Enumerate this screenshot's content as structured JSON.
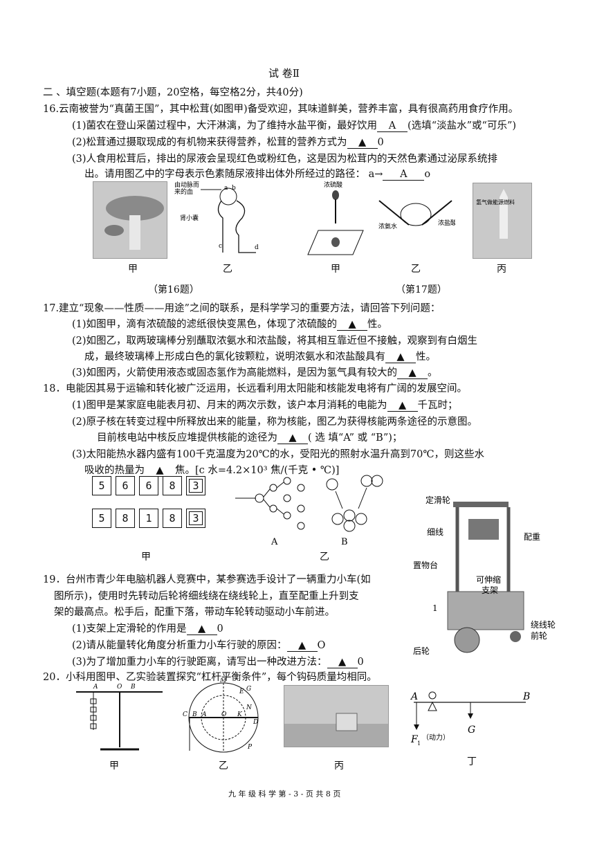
{
  "header": {
    "title": "试 卷Ⅱ"
  },
  "section2": {
    "title": "二 、填空题(本题有7小题，20空格，每空格2分，共40分)"
  },
  "q16": {
    "stem": "16.云南被誉为“真菌王国”，其中松茸(如图甲)备受欢迎，其味道鲜美，营养丰富，具有很高药用食疗作用。",
    "p1a": "(1)菌农在登山采菌过程中，大汗淋漓，为了维持水盐平衡，最好饮用",
    "p1ans": "A",
    "p1b": "(选填“淡盐水”或“可乐”)",
    "p2a": "(2)松茸通过摄取现成的有机物来获得营养，松茸的营养方式为",
    "p2ans": "▲",
    "p2b": "0",
    "p3a": "(3)人食用松茸后，排出的尿液会呈现红色或粉红色，这是因为松茸内的天然色素通过泌尿系统排",
    "p3b": "出。请用图乙中的字母表示色素随尿液排出体外所经过的路径： a→",
    "p3ans": "A",
    "p3c": "o"
  },
  "fig16": {
    "label_jia": "甲",
    "label_yi": "乙",
    "caption": "（第16题）",
    "kidney_text1": "由动脉而",
    "kidney_text2": "来的血",
    "kidney_text3": "肾小囊",
    "ka": "a",
    "kb": "b",
    "kc": "c",
    "kd": "d"
  },
  "fig17": {
    "label_jia": "甲",
    "label_yi": "乙",
    "label_bing": "丙",
    "caption": "（第17题）",
    "acid": "浓硫酸",
    "ammonia": "浓氨水",
    "hcl": "浓盐酸",
    "fuel": "氢气做能源燃料"
  },
  "q17": {
    "stem": "17.建立“现象——性质——用途”之间的联系，是科学学习的重要方法，请回答下列问题：",
    "p1a": "(1)如图甲，滴有浓硫酸的滤纸很快变黑色，体现了浓硫酸的",
    "p1ans": "▲",
    "p1b": "性。",
    "p2a": "(2)如图乙，取两玻璃棒分别蘸取浓氨水和浓盐酸，将其相互靠近但不接触，观察到有白烟生",
    "p2b": "成，最终玻璃棒上形成白色的氯化铵颗粒，说明浓氨水和浓盐酸具有",
    "p2ans": "▲",
    "p2c": "性。",
    "p3a": "(3)如图丙，火箭使用液态或固态氢作为高能燃料，是因为氢气具有较大的",
    "p3ans": "▲",
    "p3b": "。"
  },
  "q18": {
    "stem": "18．电能因其易于运输和转化被广泛运用，长远看利用太阳能和核能发电将有广阔的发展空间。",
    "p1a": "(1)图甲是某家庭电能表月初、月末的两次示数，该户本月消耗的电能为",
    "p1ans": "▲",
    "p1b": "千瓦时；",
    "p2a": "(2)原子核在转变过程中所释放出来的能量，称为核能，图乙为获得核能两条途径的示意图。",
    "p2b": "目前核电站中核反应堆提供核能的途径为",
    "p2ans": "▲",
    "p2c": "( 选 填“A”  或 “B”)；",
    "p3a": "(3)太阳能热水器内盛有100千克温度为20℃的水，受阳光的照射水温升高到70℃，则这些水",
    "p3b": "吸收的热量为",
    "p3ans": "▲",
    "p3c": "焦。[c  水=4.2×10³ 焦/(千克  • ℃)]"
  },
  "fig18": {
    "meter1": [
      "5",
      "6",
      "6",
      "8",
      "3"
    ],
    "meter2": [
      "5",
      "8",
      "1",
      "8",
      "3"
    ],
    "label_jia": "甲",
    "label_yi": "乙",
    "label_a": "A",
    "label_b": "B"
  },
  "q19": {
    "stem1": "19．台州市青少年电脑机器人竞赛中，某参赛选手设计了一辆重力小车(如",
    "stem2": "图所示)，使用时先转动后轮将细线绕在绕线轮上，直至配重上升到支",
    "stem3": "架的最高点。松手后，配重下落，带动车轮转动驱动小车前进。",
    "p1a": "(1)支架上定滑轮的作用是",
    "p1ans": "▲",
    "p1b": "0",
    "p2a": "(2)请从能量转化角度分析重力小车行驶的原因：",
    "p2ans": "▲",
    "p2b": "O",
    "p3a": "(3)为了增加重力小车的行驶距离，请写出一种改进方法：",
    "p3ans": "▲",
    "p3b": "0"
  },
  "fig19": {
    "pulley": "定滑轮",
    "thread": "细线",
    "weight": "配重",
    "platform": "置物台",
    "stand1": "可伸缩",
    "stand2": "支架",
    "reel": "绕线轮",
    "front": "前轮",
    "rear": "后轮",
    "one": "1"
  },
  "q20": {
    "stem": "20．小科用图甲、乙实验装置探究“杠杆平衡条件”，每个钩码质量均相同。"
  },
  "fig20": {
    "label_jia": "甲",
    "label_yi": "乙",
    "label_bing": "丙",
    "label_ding": "丁",
    "A": "A",
    "O": "O",
    "B": "B",
    "G": "G",
    "F1": "F",
    "F1sub": "1",
    "force": "（动力）",
    "M": "M",
    "E": "E",
    "Gp": "G",
    "C": "C",
    "Bp": "B",
    "Ap": "A",
    "Op": "O",
    "K": "K",
    "D": "D",
    "N": "N",
    "P": "P"
  },
  "footer": {
    "text": "九 年 级 科 学 第 - 3 - 页 共 8 页"
  }
}
